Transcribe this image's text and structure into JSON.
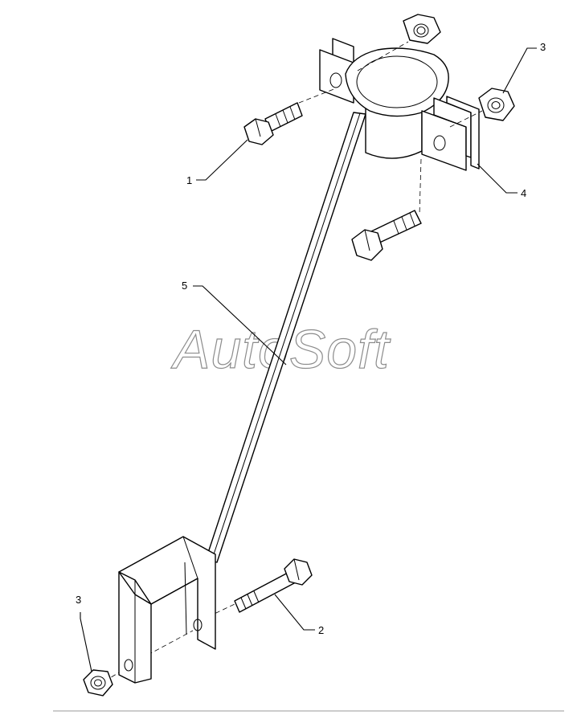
{
  "diagram": {
    "watermark": "AutoSoft",
    "callouts": [
      {
        "id": "1",
        "label": "1"
      },
      {
        "id": "2",
        "label": "2"
      },
      {
        "id": "3a",
        "label": "3"
      },
      {
        "id": "3b",
        "label": "3"
      },
      {
        "id": "4",
        "label": "4"
      },
      {
        "id": "5",
        "label": "5"
      }
    ]
  }
}
